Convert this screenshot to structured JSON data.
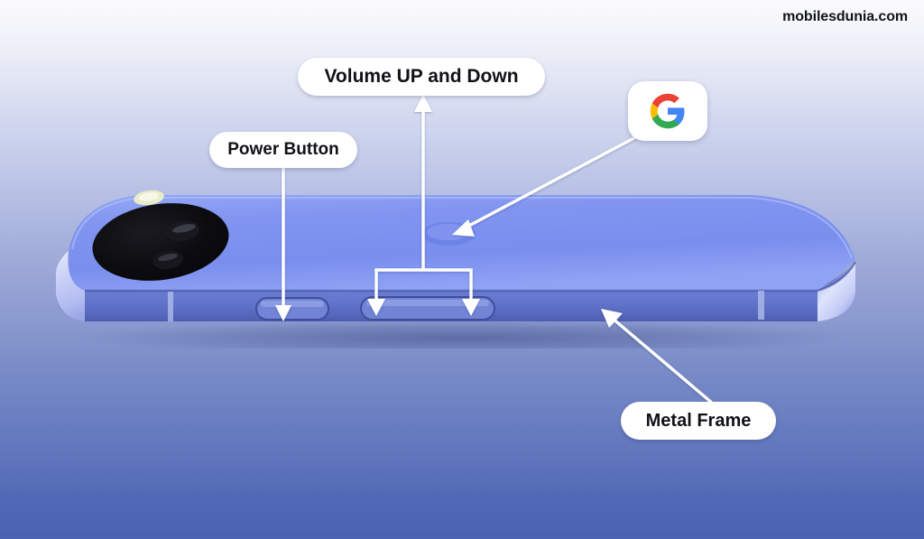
{
  "watermark": "mobilesdunia.com",
  "colors": {
    "bg_top": "#fbfbfd",
    "bg_bottom": "#4a62b0",
    "phone_back": "#7e94ef",
    "phone_frame": "#6376cf",
    "label_bg": "#ffffff",
    "label_text": "#101216",
    "leader_line": "#ffffff",
    "camera_island": "#0d0d0f",
    "google_red": "#ea4335",
    "google_yellow": "#fbbc05",
    "google_green": "#34a853",
    "google_blue": "#4285f4"
  },
  "callouts": [
    {
      "id": "volume",
      "label": "Volume UP and Down",
      "target": "volume-rocker",
      "leader": "vertical-up-arrow-plus-bracket-to-two-arrows"
    },
    {
      "id": "power",
      "label": "Power Button",
      "target": "power-button",
      "leader": "vertical-down-arrow"
    },
    {
      "id": "metal",
      "label": "Metal Frame",
      "target": "side-frame",
      "leader": "diagonal-up-left-arrow"
    }
  ],
  "badge": {
    "icon": "google-g-logo",
    "target": "fingerprint-sensor",
    "leader": "diagonal-down-left-arrow"
  },
  "device": {
    "view": "back-three-quarter-lying-down",
    "parts": [
      "back-panel",
      "camera-island",
      "camera-lens-primary",
      "camera-lens-secondary",
      "led-flash",
      "fingerprint-sensor",
      "metal-frame",
      "antenna-band-left",
      "antenna-band-right",
      "power-button",
      "volume-rocker"
    ]
  }
}
